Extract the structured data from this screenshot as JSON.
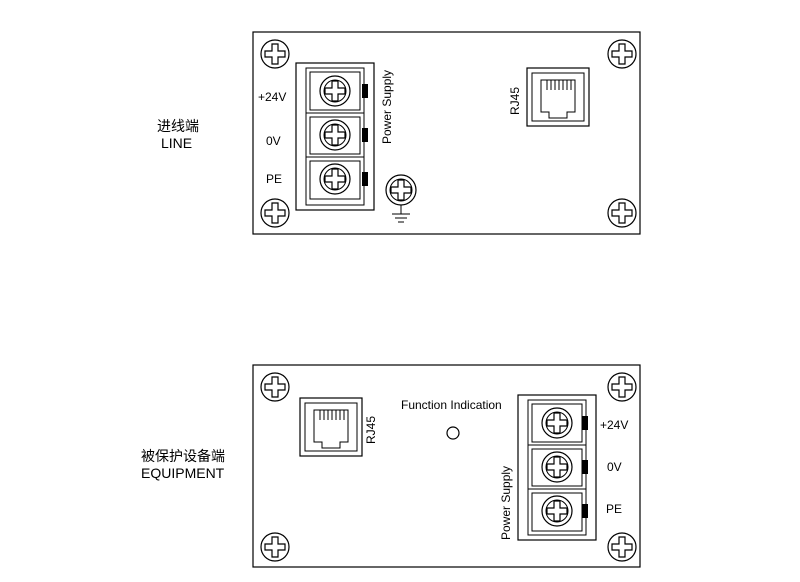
{
  "line_panel": {
    "side_label_cn": "进线端",
    "side_label_en": "LINE",
    "pin_labels": [
      "+24V",
      "0V",
      "PE"
    ],
    "power_supply_label": "Power Supply",
    "rj45_label": "RJ45"
  },
  "equipment_panel": {
    "side_label_cn": "被保护设备端",
    "side_label_en": "EQUIPMENT",
    "pin_labels": [
      "+24V",
      "0V",
      "PE"
    ],
    "power_supply_label": "Power Supply",
    "rj45_label": "RJ45",
    "indicator_label": "Function Indication"
  }
}
